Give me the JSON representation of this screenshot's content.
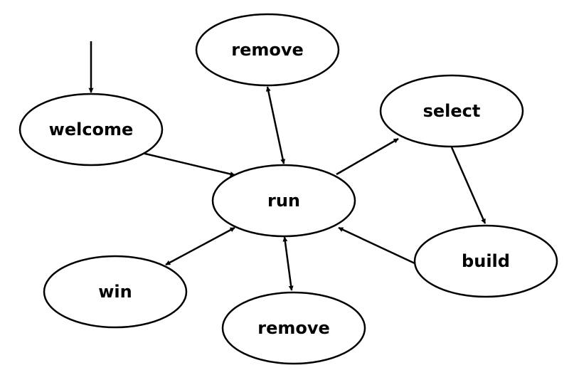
{
  "diagram": {
    "type": "state-transition",
    "colors": {
      "stroke": "#000000",
      "fill": "#ffffff",
      "text": "#000000"
    },
    "nodes": [
      {
        "id": "remove_top",
        "label": "remove"
      },
      {
        "id": "welcome",
        "label": "welcome"
      },
      {
        "id": "select",
        "label": "select"
      },
      {
        "id": "run",
        "label": "run"
      },
      {
        "id": "build",
        "label": "build"
      },
      {
        "id": "win",
        "label": "win"
      },
      {
        "id": "remove_bottom",
        "label": "remove"
      }
    ],
    "edges": [
      {
        "from": "",
        "to": "welcome",
        "direction": "start"
      },
      {
        "from": "welcome",
        "to": "run",
        "direction": "forward"
      },
      {
        "from": "run",
        "to": "remove_top",
        "direction": "both"
      },
      {
        "from": "run",
        "to": "select",
        "direction": "forward"
      },
      {
        "from": "select",
        "to": "build",
        "direction": "forward"
      },
      {
        "from": "build",
        "to": "run",
        "direction": "forward"
      },
      {
        "from": "run",
        "to": "win",
        "direction": "both"
      },
      {
        "from": "run",
        "to": "remove_bottom",
        "direction": "both"
      }
    ]
  }
}
